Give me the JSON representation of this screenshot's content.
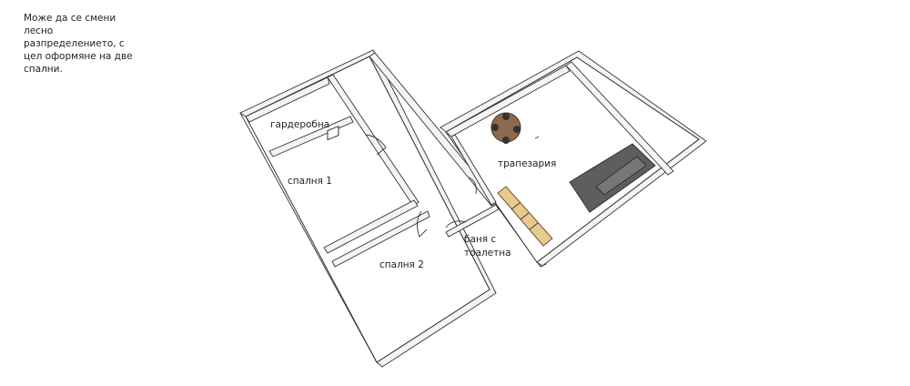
{
  "note": {
    "lines": [
      "Може да се смени",
      "лесно",
      "разпределението, с",
      "цел оформяне на две",
      "спални."
    ]
  },
  "rooms": {
    "wardrobe": "гардеробна",
    "bedroom1": "спалня 1",
    "bedroom2": "спалня 2",
    "dining": "трапезария",
    "bathroom_line1": "баня с",
    "bathroom_line2": "тоалетна"
  },
  "colors": {
    "wall": "#ffffff",
    "outline": "#333333",
    "table": "#8b6a4e",
    "stairs": "#e8c98f",
    "sofa": "#5e5e5e"
  }
}
